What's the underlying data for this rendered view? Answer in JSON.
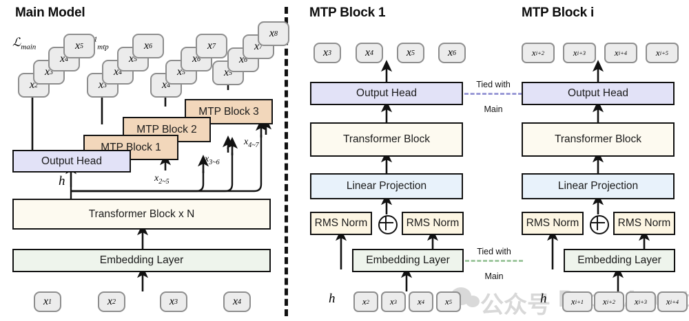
{
  "panels": {
    "main": {
      "title": "Main Model"
    },
    "mtp1": {
      "title": "MTP Block 1"
    },
    "mtpi": {
      "title": "MTP Block i"
    }
  },
  "main_model": {
    "loss_main_label": "ℒ",
    "loss_main_sub": "main",
    "loss_mtp_label": "ℒ",
    "loss_mtp_sub": "mtp",
    "loss_mtp_sup": "1",
    "output_head": "Output Head",
    "transformer": "Transformer Block x N",
    "embedding": "Embedding Layer",
    "hidden_label": "h",
    "mtp_blocks": [
      "MTP Block 1",
      "MTP Block 2",
      "MTP Block 3"
    ],
    "input_tokens": [
      "x₁",
      "x₂",
      "x₃",
      "x₄"
    ],
    "input_token_parts": [
      {
        "base": "x",
        "sub": "1"
      },
      {
        "base": "x",
        "sub": "2"
      },
      {
        "base": "x",
        "sub": "3"
      },
      {
        "base": "x",
        "sub": "4"
      }
    ],
    "target_stacks": [
      {
        "name": "main-targets",
        "tokens": [
          {
            "base": "x",
            "sub": "2"
          },
          {
            "base": "x",
            "sub": "3"
          },
          {
            "base": "x",
            "sub": "4"
          },
          {
            "base": "x",
            "sub": "5"
          }
        ]
      },
      {
        "name": "mtp1-targets",
        "tokens": [
          {
            "base": "x",
            "sub": "3"
          },
          {
            "base": "x",
            "sub": "4"
          },
          {
            "base": "x",
            "sub": "5"
          },
          {
            "base": "x",
            "sub": "6"
          }
        ]
      },
      {
        "name": "mtp2-targets",
        "tokens": [
          {
            "base": "x",
            "sub": "4"
          },
          {
            "base": "x",
            "sub": "5"
          },
          {
            "base": "x",
            "sub": "6"
          },
          {
            "base": "x",
            "sub": "7"
          }
        ]
      },
      {
        "name": "mtp3-targets",
        "tokens": [
          {
            "base": "x",
            "sub": "5"
          },
          {
            "base": "x",
            "sub": "6"
          },
          {
            "base": "x",
            "sub": "7"
          },
          {
            "base": "x",
            "sub": "8"
          }
        ]
      }
    ],
    "token_feed_labels": [
      {
        "base": "x",
        "sub": "2~5"
      },
      {
        "base": "x",
        "sub": "3~6"
      },
      {
        "base": "x",
        "sub": "4~7"
      }
    ]
  },
  "mtp_block_1": {
    "output_tokens": [
      {
        "base": "x",
        "sub": "3"
      },
      {
        "base": "x",
        "sub": "4"
      },
      {
        "base": "x",
        "sub": "5"
      },
      {
        "base": "x",
        "sub": "6"
      }
    ],
    "output_head": "Output Head",
    "transformer": "Transformer Block",
    "linear_projection": "Linear Projection",
    "rms_norm_left": "RMS Norm",
    "rms_norm_right": "RMS Norm",
    "embedding": "Embedding Layer",
    "hidden_label": "h",
    "input_tokens": [
      {
        "base": "x",
        "sub": "2"
      },
      {
        "base": "x",
        "sub": "3"
      },
      {
        "base": "x",
        "sub": "4"
      },
      {
        "base": "x",
        "sub": "5"
      }
    ]
  },
  "mtp_block_i": {
    "output_tokens": [
      {
        "base": "x",
        "sub": "i+2"
      },
      {
        "base": "x",
        "sub": "i+3"
      },
      {
        "base": "x",
        "sub": "i+4"
      },
      {
        "base": "x",
        "sub": "i+5"
      }
    ],
    "output_head": "Output Head",
    "transformer": "Transformer Block",
    "linear_projection": "Linear Projection",
    "rms_norm_left": "RMS Norm",
    "rms_norm_right": "RMS Norm",
    "embedding": "Embedding Layer",
    "hidden_label": "h",
    "input_tokens": [
      {
        "base": "x",
        "sub": "i+1"
      },
      {
        "base": "x",
        "sub": "i+2"
      },
      {
        "base": "x",
        "sub": "i+3"
      },
      {
        "base": "x",
        "sub": "i+4"
      }
    ]
  },
  "tied_links": {
    "head_line1": "Tied with",
    "head_line2": "Main",
    "embed_line1": "Tied with",
    "embed_line2": "Main"
  },
  "watermark": {
    "chinese": "公众号",
    "english": "PaperAgent"
  },
  "colors": {
    "output_head": "#e2e2f7",
    "transformer": "#fdfaf0",
    "embedding": "#eef4ec",
    "linear_projection": "#e8f2fb",
    "rms_norm": "#fdf6e3",
    "mtp_block": "#f2d7bb",
    "token_chip": "#ececec",
    "border": "#111111",
    "tied_head_dash": "#9a9ad6",
    "tied_embed_dash": "#9fc79f"
  }
}
